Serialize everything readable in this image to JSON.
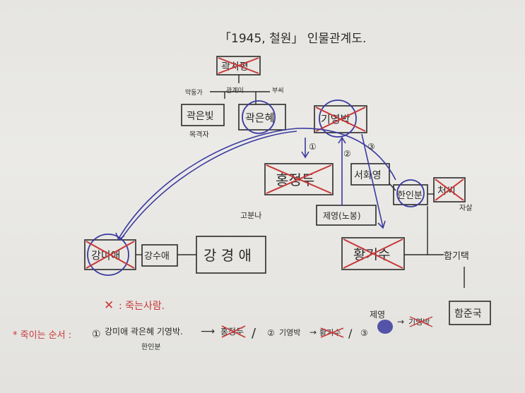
{
  "title": "「1945, 철원」 인물관계도.",
  "colors": {
    "ink": "#2a2a2a",
    "red": "#c8383a",
    "blue": "#3a3aa0"
  },
  "nodes": {
    "top": "곽치평",
    "pakeunbit": "곽은빛",
    "pakeunbit_role": "목격자",
    "pakeunhye": "곽은혜",
    "kiyoungbak": "기영박",
    "hongjangdu": "홍정두",
    "seohwayoung": "서화영",
    "hanginbun": "한인분",
    "cheossi": "처씨",
    "cheossi_note": "자살",
    "gobuna": "고분나",
    "jeyoung": "제영(노봉)",
    "hwanggisu": "황기수",
    "gangmiae": "강미애",
    "gangsuae": "강수애",
    "gangkyungae": "강 경 애",
    "hangitaek": "함기택",
    "hangeuk": "함준국"
  },
  "parent_labels": {
    "left": "막둥가",
    "middle": "관계이",
    "right": "부씨"
  },
  "legend": {
    "mark": "✕",
    "text": ": 죽는사람."
  },
  "kill_order": {
    "label": "* 죽이는 순서 :",
    "step1_num": "①",
    "step1_a": "강미애 곽은혜 기영박.",
    "step1_sub": "한인분",
    "step1_b": "홍정두",
    "step2_num": "②",
    "step2_a": "기영박",
    "step2_b": "황기수",
    "step3_num": "③",
    "step3_top": "제영",
    "step3_b": "기영박"
  },
  "arrow_numbers": {
    "a1": "①",
    "a2": "②",
    "a3": "③"
  }
}
